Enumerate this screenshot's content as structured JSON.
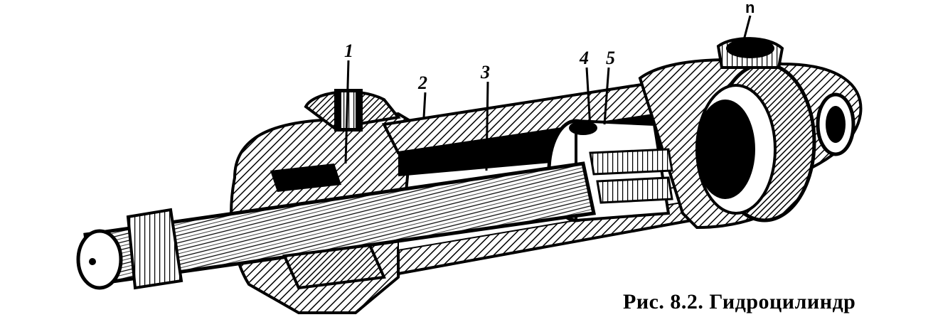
{
  "figure": {
    "caption": "Рис. 8.2. Гидроцилиндр",
    "callouts": {
      "c1": "1",
      "c2": "2",
      "c3": "3",
      "c4": "4",
      "c5": "5",
      "port": "n"
    }
  },
  "colors": {
    "ink": "#000000",
    "paper": "#ffffff"
  }
}
